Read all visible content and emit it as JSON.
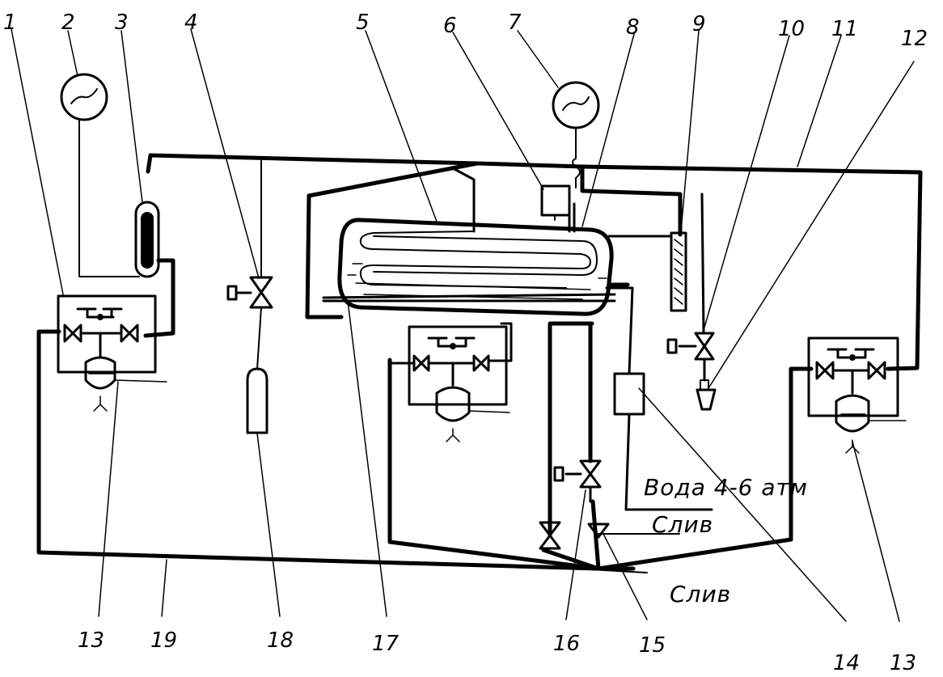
{
  "labels": {
    "n1": "1",
    "n2": "2",
    "n3": "3",
    "n4": "4",
    "n5": "5",
    "n6": "6",
    "n7": "7",
    "n8": "8",
    "n9": "9",
    "n10": "10",
    "n11": "11",
    "n12": "12",
    "n13a": "13",
    "n19": "19",
    "n18": "18",
    "n17": "17",
    "n16": "16",
    "n15": "15",
    "n14": "14",
    "n13b": "13"
  },
  "annotations": {
    "water": "Вода 4-6 атм",
    "drain_upper": "Слив",
    "drain_lower": "Слив"
  }
}
